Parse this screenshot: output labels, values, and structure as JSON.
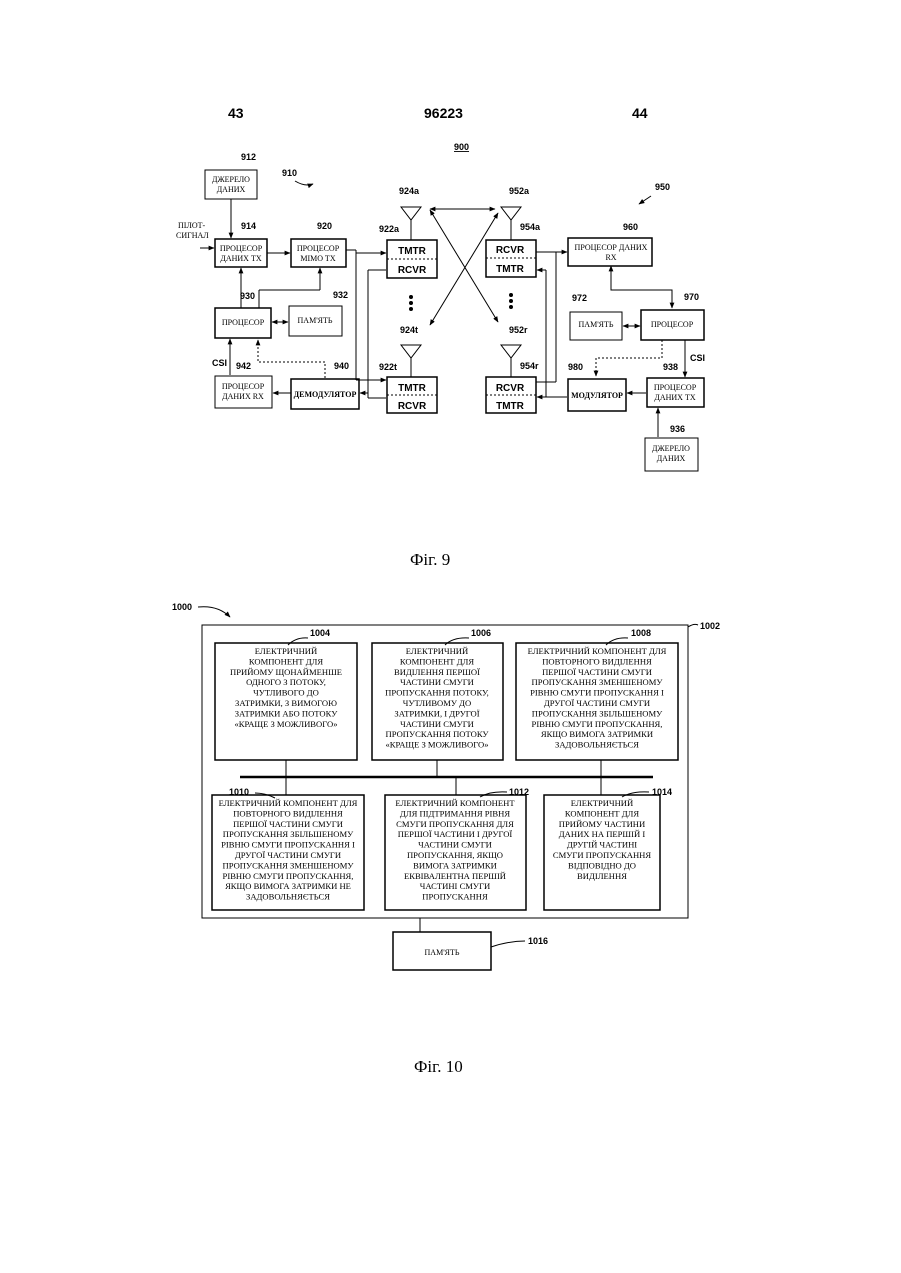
{
  "header": {
    "left_page": "43",
    "patent_no": "96223",
    "right_page": "44"
  },
  "fig9": {
    "ref_main": "900",
    "ref_910": "910",
    "ref_950": "950",
    "source_tx": {
      "ref": "912",
      "line1": "ДЖЕРЕЛО",
      "line2": "ДАНИХ"
    },
    "pilot": {
      "line1": "ПІЛОТ-",
      "line2": "СИГНАЛ"
    },
    "tx_proc": {
      "ref": "914",
      "line1": "ПРОЦЕСОР",
      "line2": "ДАНИХ TX"
    },
    "mimo_proc": {
      "ref": "920",
      "line1": "ПРОЦЕСОР",
      "line2": "MIMO TX"
    },
    "processor_tx": {
      "ref": "930",
      "label": "ПРОЦЕСОР"
    },
    "memory_tx": {
      "ref": "932",
      "label": "ПАМ'ЯТЬ"
    },
    "csi_left": "CSI",
    "rx_proc_tx": {
      "ref": "942",
      "line1": "ПРОЦЕСОР",
      "line2": "ДАНИХ RX"
    },
    "demod": {
      "ref": "940",
      "label": "ДЕМОДУЛЯТОР"
    },
    "xcvr_922a": {
      "ref": "922a",
      "top": "TMTR",
      "bottom": "RCVR"
    },
    "xcvr_922t": {
      "ref": "922t",
      "top": "TMTR",
      "bottom": "RCVR"
    },
    "ant_924a": "924a",
    "ant_924t": "924t",
    "ant_952a": "952a",
    "ant_952r": "952r",
    "xcvr_954a": {
      "ref": "954a",
      "top": "RCVR",
      "bottom": "TMTR"
    },
    "xcvr_954r": {
      "ref": "954r",
      "top": "RCVR",
      "bottom": "TMTR"
    },
    "rx_data_proc": {
      "ref": "960",
      "line1": "ПРОЦЕСОР ДАНИХ",
      "line2": "RX"
    },
    "memory_rx": {
      "ref": "972",
      "label": "ПАМ'ЯТЬ"
    },
    "processor_rx": {
      "ref": "970",
      "label": "ПРОЦЕСОР"
    },
    "modulator": {
      "ref": "980",
      "label": "МОДУЛЯТОР"
    },
    "csi_right": "CSI",
    "tx_proc_rx": {
      "ref": "938",
      "line1": "ПРОЦЕСОР",
      "line2": "ДАНИХ TX"
    },
    "source_rx": {
      "ref": "936",
      "line1": "ДЖЕРЕЛО",
      "line2": "ДАНИХ"
    },
    "caption": "Фіг. 9"
  },
  "fig10": {
    "ref_main": "1000",
    "ref_outer": "1002",
    "b1004": {
      "ref": "1004",
      "lines": [
        "ЕЛЕКТРИЧНИЙ",
        "КОМПОНЕНТ ДЛЯ",
        "ПРИЙОМУ ЩОНАЙМЕНШЕ",
        "ОДНОГО З  ПОТОКУ,",
        "ЧУТЛИВОГО ДО",
        "ЗАТРИМКИ, З ВИМОГОЮ",
        "ЗАТРИМКИ АБО ПОТОКУ",
        "«КРАЩЕ З МОЖЛИВОГО»"
      ]
    },
    "b1006": {
      "ref": "1006",
      "lines": [
        "ЕЛЕКТРИЧНИЙ",
        "КОМПОНЕНТ ДЛЯ",
        "ВИДІЛЕННЯ ПЕРШОЇ",
        "ЧАСТИНИ СМУГИ",
        "ПРОПУСКАННЯ ПОТОКУ,",
        "ЧУТЛИВОМУ ДО",
        "ЗАТРИМКИ, І ДРУГОЇ",
        "ЧАСТИНИ СМУГИ",
        "ПРОПУСКАННЯ ПОТОКУ",
        "«КРАЩЕ З МОЖЛИВОГО»"
      ]
    },
    "b1008": {
      "ref": "1008",
      "lines": [
        "ЕЛЕКТРИЧНИЙ КОМПОНЕНТ ДЛЯ",
        "ПОВТОРНОГО ВИДІЛЕННЯ",
        "ПЕРШОЇ ЧАСТИНИ СМУГИ",
        "ПРОПУСКАННЯ ЗМЕНШЕНОМУ",
        "РІВНЮ СМУГИ ПРОПУСКАННЯ І",
        "ДРУГОЇ ЧАСТИНИ СМУГИ",
        "ПРОПУСКАННЯ ЗБІЛЬШЕНОМУ",
        "РІВНЮ СМУГИ ПРОПУСКАННЯ,",
        "ЯКЩО ВИМОГА ЗАТРИМКИ",
        "ЗАДОВОЛЬНЯЄТЬСЯ"
      ]
    },
    "b1010": {
      "ref": "1010",
      "lines": [
        "ЕЛЕКТРИЧНИЙ КОМПОНЕНТ ДЛЯ",
        "ПОВТОРНОГО ВИДІЛЕННЯ",
        "ПЕРШОЇ ЧАСТИНИ СМУГИ",
        "ПРОПУСКАННЯ ЗБІЛЬШЕНОМУ",
        "РІВНЮ СМУГИ ПРОПУСКАННЯ І",
        "ДРУГОЇ ЧАСТИНИ СМУГИ",
        "ПРОПУСКАННЯ ЗМЕНШЕНОМУ",
        "РІВНЮ СМУГИ ПРОПУСКАННЯ,",
        "ЯКЩО ВИМОГА ЗАТРИМКИ НЕ",
        "ЗАДОВОЛЬНЯЄТЬСЯ"
      ]
    },
    "b1012": {
      "ref": "1012",
      "lines": [
        "ЕЛЕКТРИЧНИЙ КОМПОНЕНТ",
        "ДЛЯ ПІДТРИМАННЯ РІВНЯ",
        "СМУГИ ПРОПУСКАННЯ ДЛЯ",
        "ПЕРШОЇ ЧАСТИНИ І ДРУГОЇ",
        "ЧАСТИНИ СМУГИ",
        "ПРОПУСКАННЯ, ЯКЩО",
        "ВИМОГА ЗАТРИМКИ",
        "ЕКВІВАЛЕНТНА ПЕРШІЙ",
        "ЧАСТИНІ СМУГИ",
        "ПРОПУСКАННЯ"
      ]
    },
    "b1014": {
      "ref": "1014",
      "lines": [
        "ЕЛЕКТРИЧНИЙ",
        "КОМПОНЕНТ ДЛЯ",
        "ПРИЙОМУ ЧАСТИНИ",
        "ДАНИХ НА ПЕРШІЙ І",
        "ДРУГІЙ ЧАСТИНІ",
        "СМУГИ ПРОПУСКАННЯ",
        "ВІДПОВІДНО ДО",
        "ВИДІЛЕННЯ"
      ]
    },
    "memory": {
      "ref": "1016",
      "label": "ПАМ'ЯТЬ"
    },
    "caption": "Фіг. 10"
  }
}
